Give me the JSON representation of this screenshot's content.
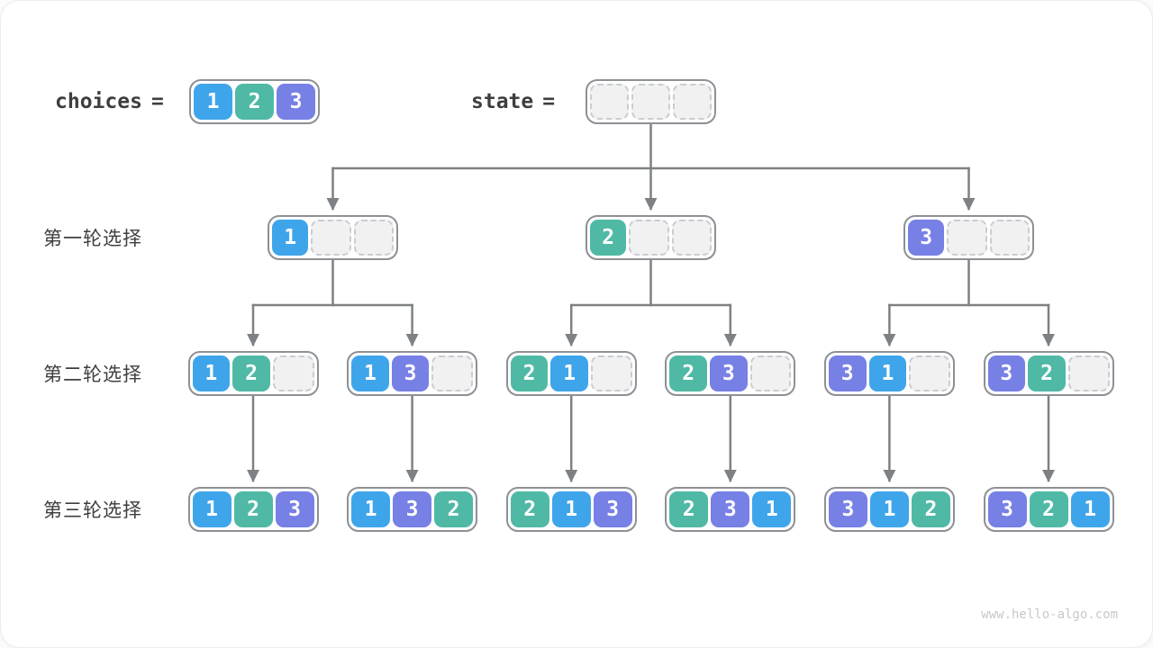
{
  "header": {
    "choices_label": "choices",
    "equals": "=",
    "state_label": "state",
    "choices_cells": [
      "1",
      "2",
      "3"
    ],
    "state_cells": [
      "",
      "",
      ""
    ]
  },
  "rows": [
    {
      "label": "第一轮选择",
      "nodes": [
        [
          "1",
          "",
          ""
        ],
        [
          "2",
          "",
          ""
        ],
        [
          "3",
          "",
          ""
        ]
      ]
    },
    {
      "label": "第二轮选择",
      "nodes": [
        [
          "1",
          "2",
          ""
        ],
        [
          "1",
          "3",
          ""
        ],
        [
          "2",
          "1",
          ""
        ],
        [
          "2",
          "3",
          ""
        ],
        [
          "3",
          "1",
          ""
        ],
        [
          "3",
          "2",
          ""
        ]
      ]
    },
    {
      "label": "第三轮选择",
      "nodes": [
        [
          "1",
          "2",
          "3"
        ],
        [
          "1",
          "3",
          "2"
        ],
        [
          "2",
          "1",
          "3"
        ],
        [
          "2",
          "3",
          "1"
        ],
        [
          "3",
          "1",
          "2"
        ],
        [
          "3",
          "2",
          "1"
        ]
      ]
    }
  ],
  "colors": {
    "cell_1": "#3FA5EA",
    "cell_2": "#4FB9A6",
    "cell_3": "#7780E4",
    "empty_fill": "#F1F1F2",
    "empty_border": "#C9CDD0",
    "node_border": "#8D9095",
    "arrow": "#7E8183",
    "text": "#3E3E40",
    "watermark": "#C6C8CA"
  },
  "watermark": "www.hello-algo.com"
}
